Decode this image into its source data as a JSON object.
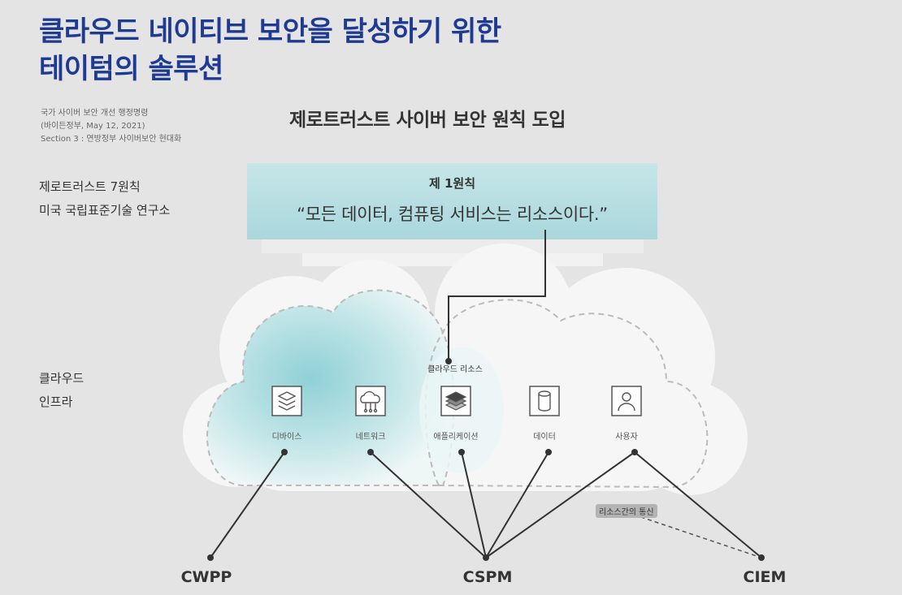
{
  "title": {
    "line1": "클라우드 네이티브 보안을 달성하기 위한",
    "line2": "테이텀의 솔루션"
  },
  "source": {
    "line1": "국가 사이버 보안 개선 행정명령",
    "line2": "(바이든정부, May 12, 2021)",
    "line3": "Section 3 : 연방정부 사이버보안 현대화"
  },
  "subtitle": "제로트러스트 사이버 보안 원칙 도입",
  "zero_trust": {
    "line1": "제로트러스트 7원칙",
    "line2": "미국 국립표준기술 연구소"
  },
  "principle": {
    "number": "제 1원칙",
    "text": "“모든 데이터, 컴퓨팅 서비스는 리소스이다.”"
  },
  "cloud_infra": {
    "line1": "클라우드",
    "line2": "인프라"
  },
  "cloud_resource_label": "클라우드 리소스",
  "resources": [
    {
      "label": "디바이스",
      "icon": "layers-box-icon"
    },
    {
      "label": "네트워크",
      "icon": "cloud-network-icon"
    },
    {
      "label": "애플리케이션",
      "icon": "stacked-layers-icon"
    },
    {
      "label": "데이터",
      "icon": "database-icon"
    },
    {
      "label": "사용자",
      "icon": "user-icon"
    }
  ],
  "communication_label": "리소스간의 통신",
  "tools": [
    "CWPP",
    "CSPM",
    "CIEM"
  ],
  "colors": {
    "title": "#1f3a93",
    "background": "#e4e4e4",
    "principle_box": "#bfe3e6",
    "cloud_tint": "#a8d9de",
    "line": "#333333"
  }
}
